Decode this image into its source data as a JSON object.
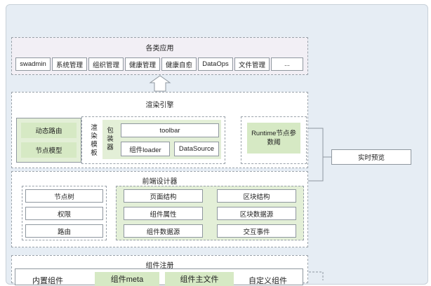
{
  "apps": {
    "title": "各类应用",
    "items": [
      "swadmin",
      "系统管理",
      "组织管理",
      "健康管理",
      "健康自愈",
      "DataOps",
      "文件管理",
      "..."
    ]
  },
  "render_engine": {
    "title": "渲染引擎",
    "left": [
      "动态路由",
      "节点模型"
    ],
    "vertical_label": "渲\n染\n模\n板",
    "packager_label": "包\n装\n器",
    "toolbar": "toolbar",
    "component_loader": "组件loader",
    "datasource": "DataSource",
    "runtime_params": "Runtime节点参\n数阈"
  },
  "realtime_preview": "实时预览",
  "frontend_designer": {
    "title": "前端设计器",
    "left": [
      "节点树",
      "权限",
      "路由"
    ],
    "right_col1": [
      "页面结构",
      "组件属性",
      "组件数据源"
    ],
    "right_col2": [
      "区块结构",
      "区块数据源",
      "交互事件"
    ]
  },
  "component_registry": {
    "title": "组件注册",
    "items": [
      "内置组件",
      "组件meta",
      "组件主文件",
      "自定义组件"
    ]
  }
}
